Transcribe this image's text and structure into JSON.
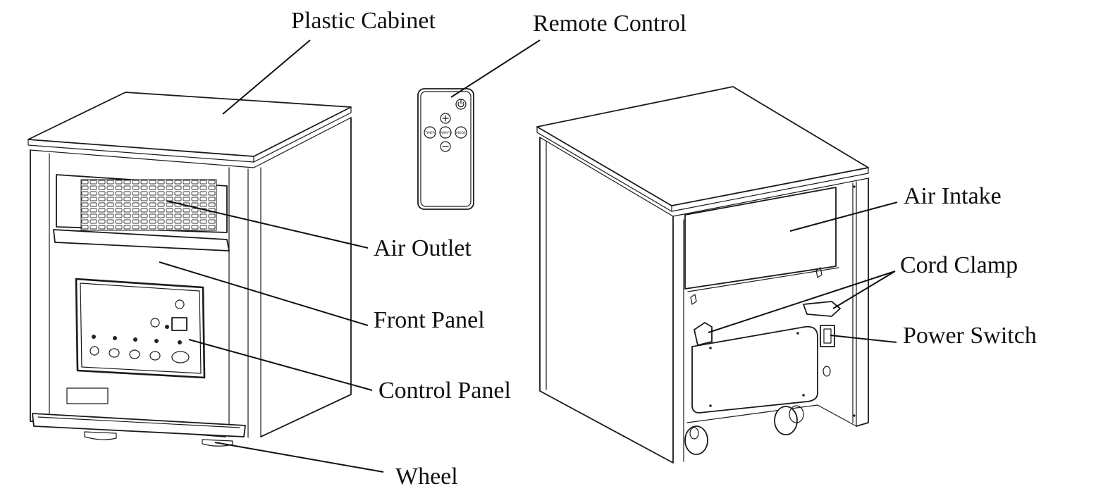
{
  "labels": {
    "plastic_cabinet": "Plastic Cabinet",
    "remote_control": "Remote Control",
    "air_outlet": "Air Outlet",
    "front_panel": "Front Panel",
    "control_panel": "Control Panel",
    "wheel": "Wheel",
    "air_intake": "Air Intake",
    "cord_clamp": "Cord Clamp",
    "power_switch": "Power Switch"
  },
  "remote_buttons": {
    "timer": "TIMER",
    "purify": "PURIFY",
    "mode": "MODE"
  }
}
